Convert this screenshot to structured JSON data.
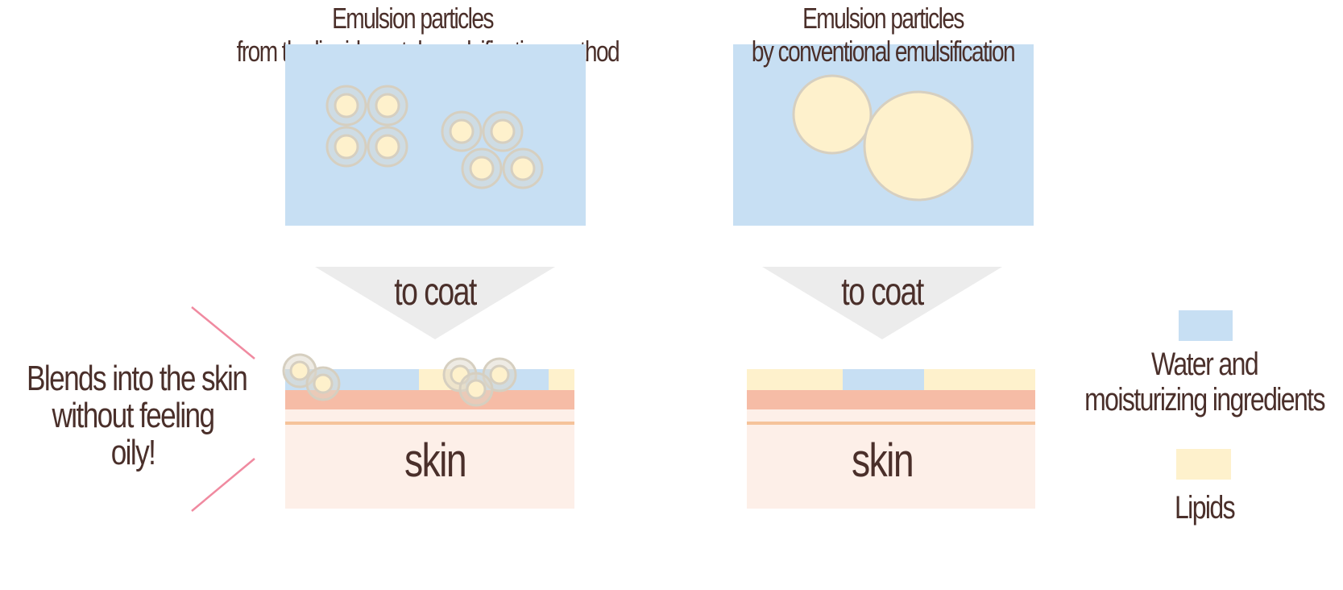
{
  "colors": {
    "water": "#c7dff3",
    "lipid": "#fef1cc",
    "skin_top": "#f6bca6",
    "skin_body": "#fdefe8",
    "skin_line": "#f5c39a",
    "arrow": "#ececec",
    "pink_line": "#f08aa0",
    "particle_border": "#d6cfc0",
    "text": "#4a2f2a"
  },
  "left_panel": {
    "title_line1": "Emulsion particles",
    "title_line2": "from the liquid crystal emulsification method",
    "arrow_label": "to coat",
    "skin_label": "skin"
  },
  "right_panel": {
    "title_line1": "Emulsion particles",
    "title_line2": "by conventional emulsification",
    "arrow_label": "to coat",
    "skin_label": "skin"
  },
  "callout": {
    "line1": "Blends into the skin",
    "line2": "without feeling",
    "line3": "oily!"
  },
  "legend": {
    "water_line1": "Water and",
    "water_line2": "moisturizing ingredients",
    "lipids": "Lipids"
  }
}
